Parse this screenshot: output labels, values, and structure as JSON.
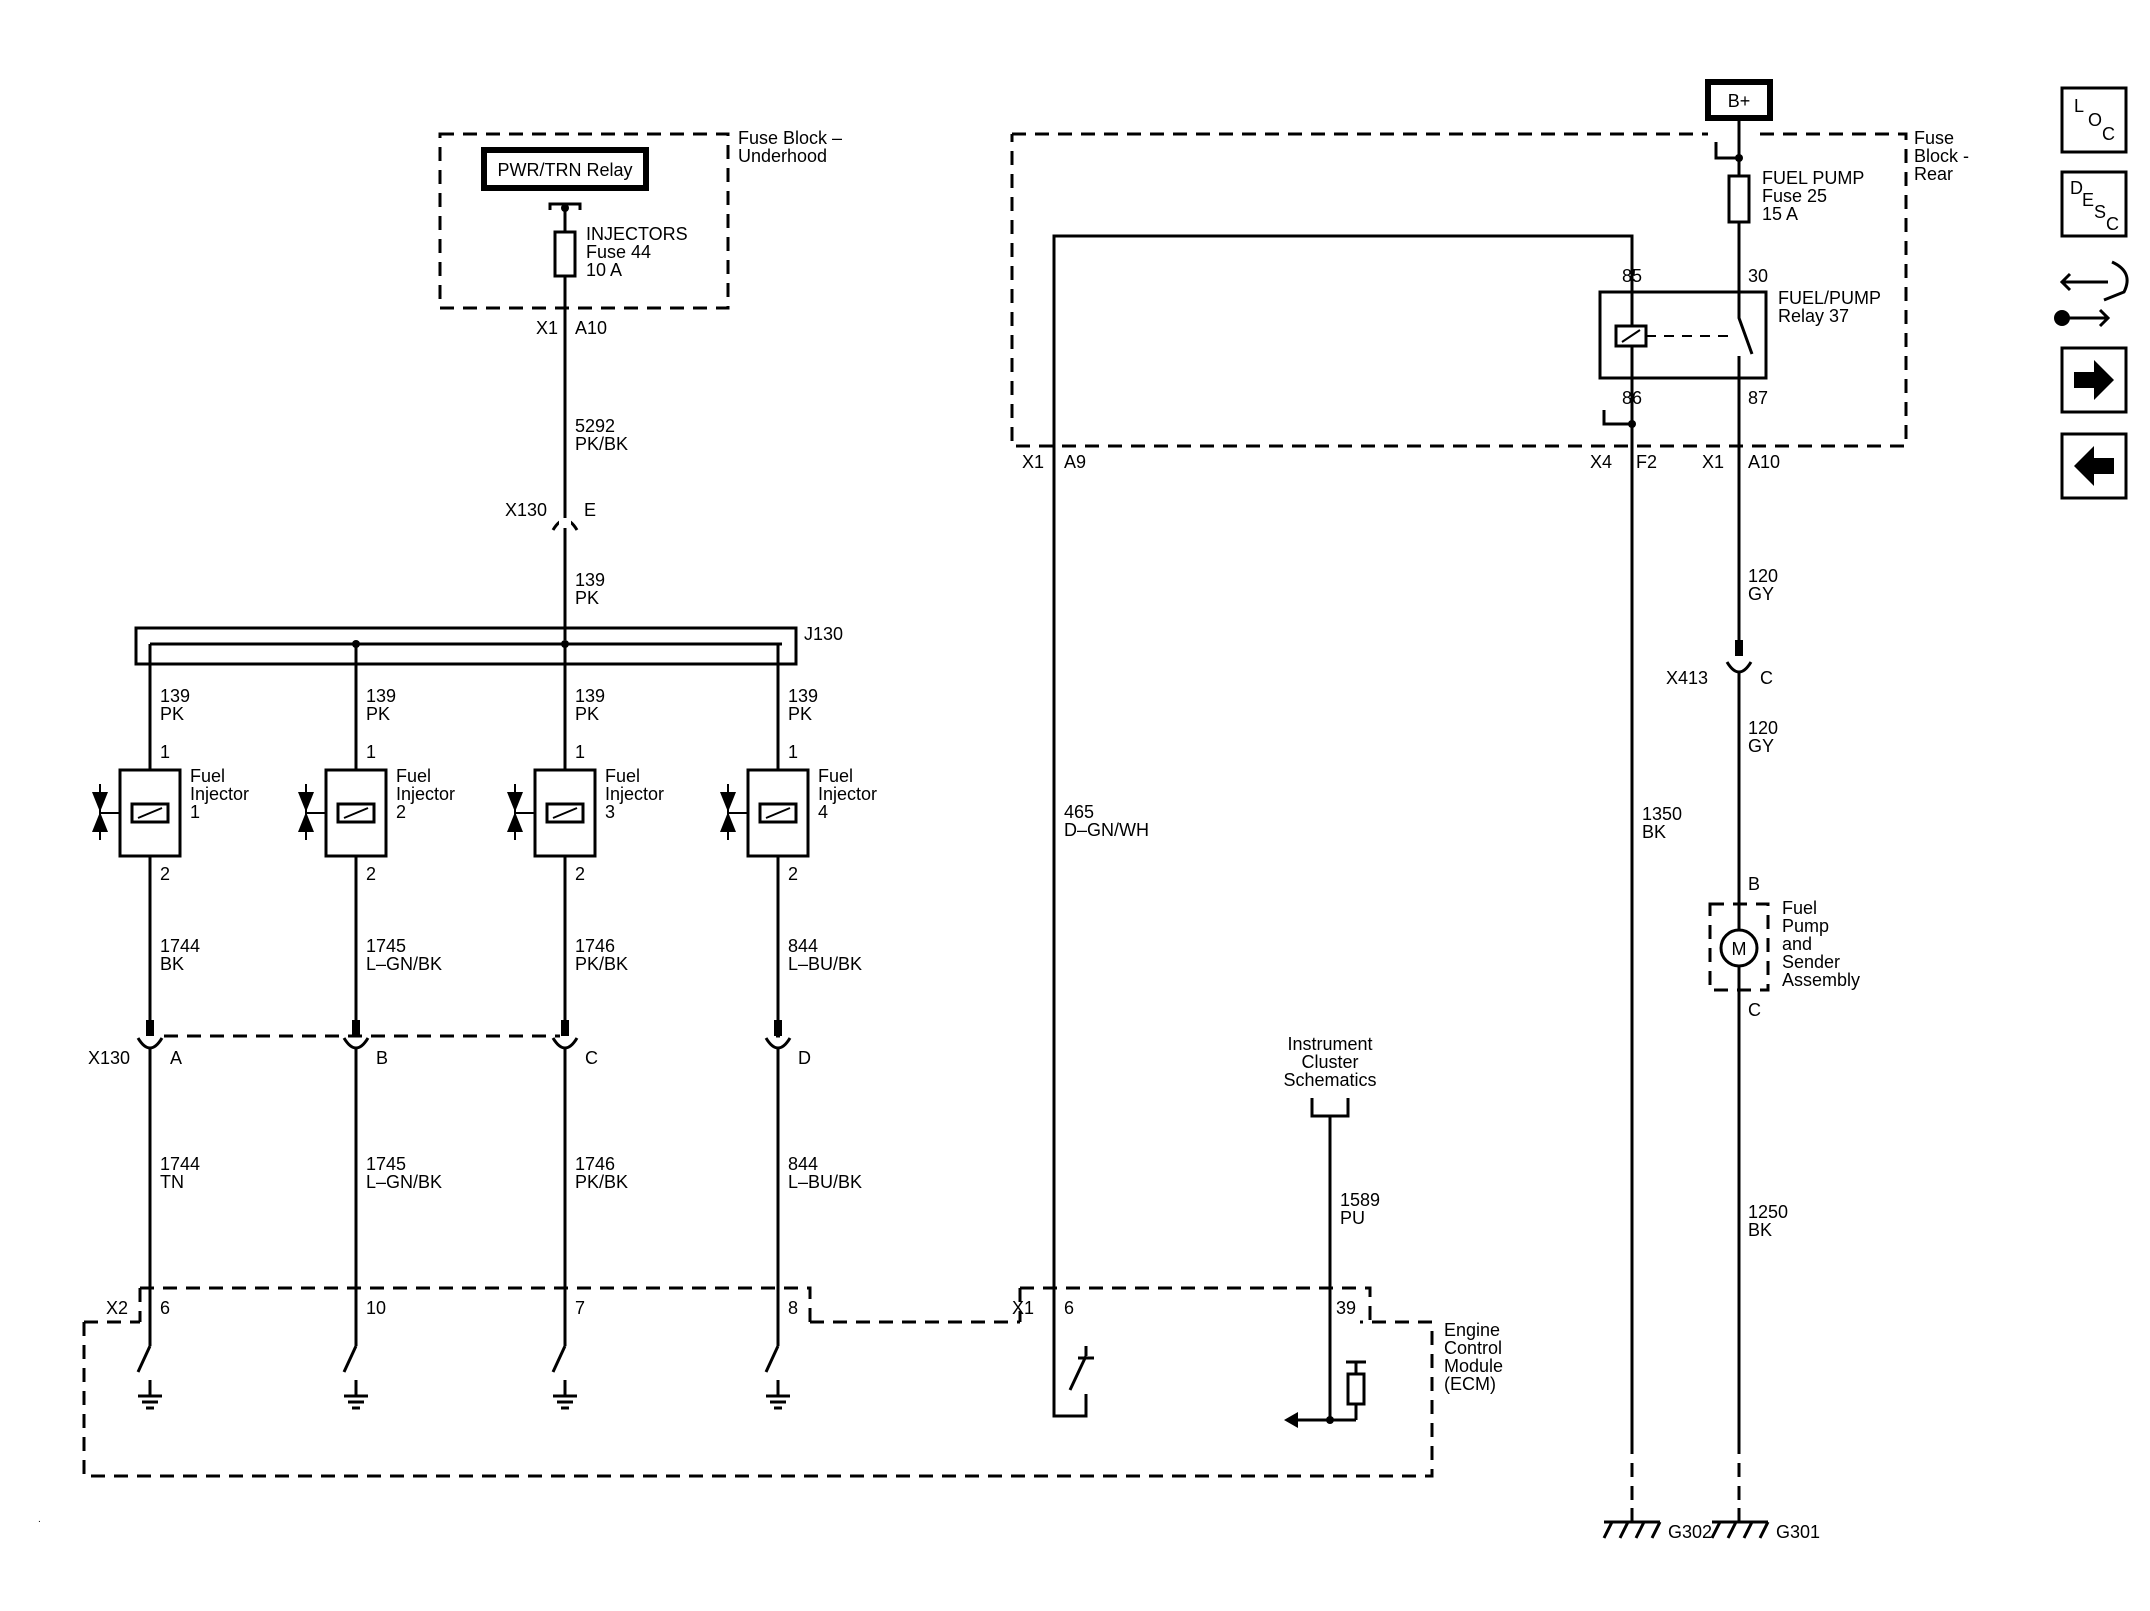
{
  "nav": {
    "loc": {
      "l": "L",
      "o": "O",
      "c": "C"
    },
    "desc": {
      "d": "D",
      "e": "E",
      "s": "S",
      "c": "C"
    }
  },
  "left_power": {
    "fuse_block_title_1": "Fuse Block –",
    "fuse_block_title_2": "Underhood",
    "relay_label": "PWR/TRN Relay",
    "fuse_name": "INJECTORS",
    "fuse_number": "Fuse 44",
    "fuse_rating": "10 A",
    "conn_id": "X1",
    "conn_pin": "A10",
    "wire_circuit": "5292",
    "wire_color": "PK/BK",
    "x130_id": "X130",
    "x130_pin": "E",
    "wire2_circuit": "139",
    "wire2_color": "PK",
    "splice": "J130"
  },
  "injectors": [
    {
      "circuit_in": "139",
      "color_in": "PK",
      "pin1": "1",
      "label1": "Fuel",
      "label2": "Injector",
      "num": "1",
      "pin2": "2",
      "circuit_out": "1744",
      "color_out": "BK",
      "conn_pin": "A",
      "circuit_ecm": "1744",
      "color_ecm": "TN",
      "ecm_pin": "6"
    },
    {
      "circuit_in": "139",
      "color_in": "PK",
      "pin1": "1",
      "label1": "Fuel",
      "label2": "Injector",
      "num": "2",
      "pin2": "2",
      "circuit_out": "1745",
      "color_out": "L–GN/BK",
      "conn_pin": "B",
      "circuit_ecm": "1745",
      "color_ecm": "L–GN/BK",
      "ecm_pin": "10"
    },
    {
      "circuit_in": "139",
      "color_in": "PK",
      "pin1": "1",
      "label1": "Fuel",
      "label2": "Injector",
      "num": "3",
      "pin2": "2",
      "circuit_out": "1746",
      "color_out": "PK/BK",
      "conn_pin": "C",
      "circuit_ecm": "1746",
      "color_ecm": "PK/BK",
      "ecm_pin": "7"
    },
    {
      "circuit_in": "139",
      "color_in": "PK",
      "pin1": "1",
      "label1": "Fuel",
      "label2": "Injector",
      "num": "4",
      "pin2": "2",
      "circuit_out": "844",
      "color_out": "L–BU/BK",
      "conn_pin": "D",
      "circuit_ecm": "844",
      "color_ecm": "L–BU/BK",
      "ecm_pin": "8"
    }
  ],
  "x130_lower_id": "X130",
  "ecm": {
    "x2_id": "X2",
    "x1_id": "X1",
    "x1_pin_a": "6",
    "x1_pin_b": "39",
    "title_1": "Engine",
    "title_2": "Control",
    "title_3": "Module",
    "title_4": "(ECM)"
  },
  "relay_control_wire": {
    "circuit": "465",
    "color": "D–GN/WH",
    "conn_id": "X1",
    "conn_pin": "A9"
  },
  "instrument_cluster": {
    "line1": "Instrument",
    "line2": "Cluster",
    "line3": "Schematics",
    "circuit": "1589",
    "color": "PU"
  },
  "rear_fuse_block": {
    "battery": "B+",
    "title_1": "Fuse",
    "title_2": "Block -",
    "title_3": "Rear",
    "fuse_name": "FUEL PUMP",
    "fuse_number": "Fuse 25",
    "fuse_rating": "15 A",
    "relay_name": "FUEL/PUMP",
    "relay_number": "Relay 37",
    "pin_85": "85",
    "pin_30": "30",
    "pin_86": "86",
    "pin_87": "87",
    "x4_id": "X4",
    "x4_pin": "F2",
    "x1_id": "X1",
    "x1_pin": "A10"
  },
  "ground_wire": {
    "circuit": "1350",
    "color": "BK",
    "ground": "G302"
  },
  "pump_circuit": {
    "circuit1": "120",
    "color1": "GY",
    "x413_id": "X413",
    "x413_pin": "C",
    "circuit2": "120",
    "color2": "GY",
    "pin_b": "B",
    "motor": "M",
    "label1": "Fuel",
    "label2": "Pump",
    "label3": "and",
    "label4": "Sender",
    "label5": "Assembly",
    "pin_c": "C",
    "circuit3": "1250",
    "color3": "BK",
    "ground": "G301"
  }
}
